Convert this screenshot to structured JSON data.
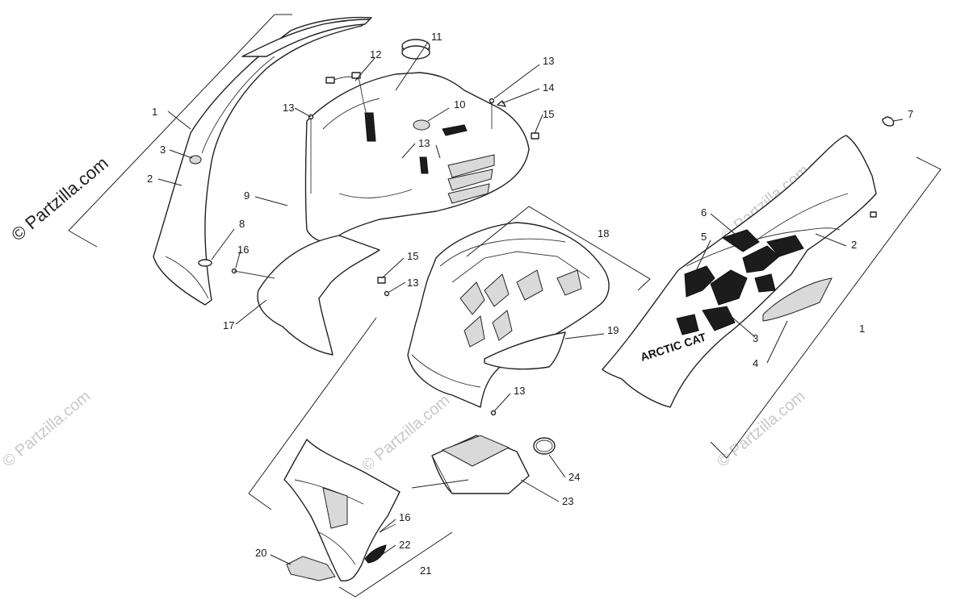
{
  "watermark": {
    "main": "© Partzilla.com",
    "faint": "© Partzilla.com"
  },
  "decal_text": "ARCTIC CAT",
  "callouts": {
    "c1_left": "1",
    "c2_left": "2",
    "c3_left": "3",
    "c8": "8",
    "c16_top": "16",
    "c17": "17",
    "c9": "9",
    "c12": "12",
    "c11": "11",
    "c10": "10",
    "c13_a": "13",
    "c13_b": "13",
    "c13_c": "13",
    "c14": "14",
    "c15_top": "15",
    "c7": "7",
    "c6": "6",
    "c5": "5",
    "c2_right": "2",
    "c1_right": "1",
    "c3_right": "3",
    "c4": "4",
    "c18": "18",
    "c19": "19",
    "c15_mid": "15",
    "c13_mid": "13",
    "c13_low": "13",
    "c24": "24",
    "c23": "23",
    "c16_bottom": "16",
    "c22": "22",
    "c20": "20",
    "c21": "21"
  }
}
